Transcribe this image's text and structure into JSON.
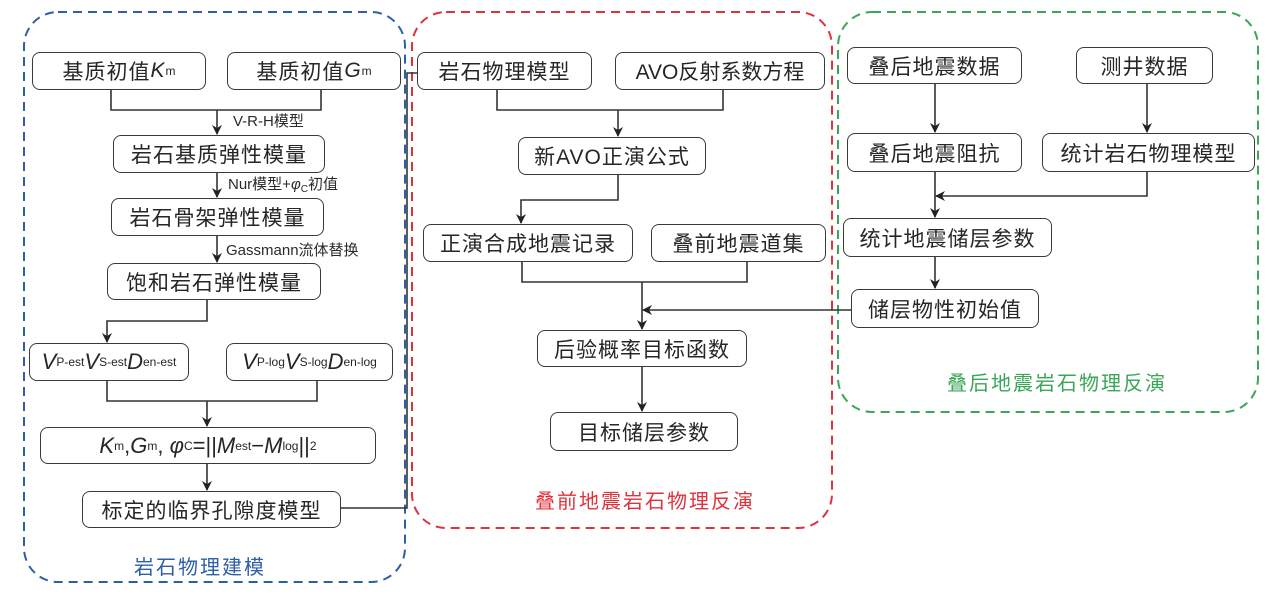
{
  "sections": {
    "rock_physics_modeling": {
      "label": "岩石物理建模",
      "color": "#2f5ea8"
    },
    "prestack_inversion": {
      "label": "叠前地震岩石物理反演",
      "color": "#e0323c"
    },
    "poststack_inversion": {
      "label": "叠后地震岩石物理反演",
      "color": "#3aa657"
    }
  },
  "rock_physics_modeling": {
    "km_box": {
      "text": "基质初值",
      "var": "K",
      "sub": "m"
    },
    "gm_box": {
      "text": "基质初值",
      "var": "G",
      "sub": "m"
    },
    "vrh_label": "V-R-H模型",
    "matrix_box": "岩石基质弹性模量",
    "nur_label": {
      "pre": "Nur模型+",
      "phi": "φ",
      "sub": "C",
      "post": "初值"
    },
    "frame_box": "岩石骨架弹性模量",
    "gassmann_label": "Gassmann流体替换",
    "saturated_box": "饱和岩石弹性模量",
    "est_box": [
      {
        "var": "V",
        "sub": "P-est"
      },
      {
        "var": "V",
        "sub": "S-est"
      },
      {
        "var": "D",
        "sub": "en-est"
      }
    ],
    "log_box": [
      {
        "var": "V",
        "sub": "P-log"
      },
      {
        "var": "V",
        "sub": "S-log"
      },
      {
        "var": "D",
        "sub": "en-log"
      }
    ],
    "objective_box": {
      "k": "K",
      "k_sub": "m",
      "sep1": ",",
      "g": "G",
      "g_sub": "m",
      "sep2": ", ",
      "phi": "φ",
      "phi_sub": "C",
      "eq": "=||",
      "m1": "M",
      "m1_sub": "est",
      "minus": "−",
      "m2": "M",
      "m2_sub": "log",
      "norm": "||",
      "norm_sub": "2"
    },
    "calibrated_box": "标定的临界孔隙度模型"
  },
  "prestack_inversion": {
    "rock_model_box": "岩石物理模型",
    "avo_equation_box": "AVO反射系数方程",
    "new_avo_box": "新AVO正演公式",
    "synthetic_box": "正演合成地震记录",
    "gather_box": "叠前地震道集",
    "posterior_box": "后验概率目标函数",
    "target_box": "目标储层参数"
  },
  "poststack_inversion": {
    "poststack_data_box": "叠后地震数据",
    "well_data_box": "测井数据",
    "impedance_box": "叠后地震阻抗",
    "stat_rock_model_box": "统计岩石物理模型",
    "stat_params_box": "统计地震储层参数",
    "initial_values_box": "储层物性初始值"
  }
}
